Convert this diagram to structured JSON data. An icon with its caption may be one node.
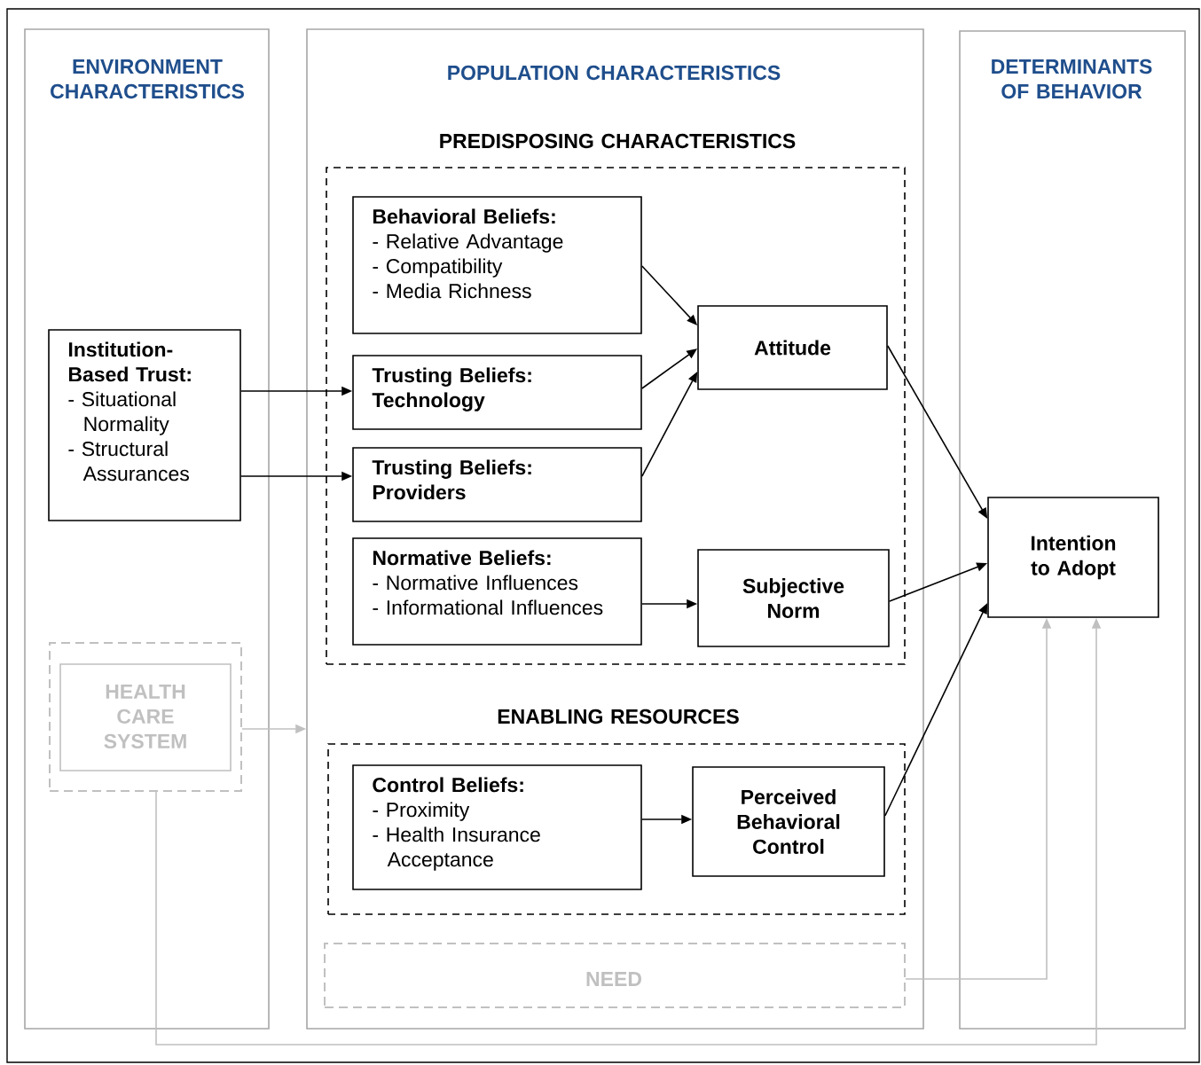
{
  "diagram": {
    "nodes": [
      {
        "text": [
          "ENVIRONMENT CHARACTERISTICS"
        ]
      },
      {
        "text": [
          "POPULATION CHARACTERISTICS"
        ]
      },
      {
        "text": [
          "DETERMINANTS OF BEHAVIOR"
        ]
      },
      {
        "text": [
          "PREDISPOSING CHARACTERISTICS"
        ],
        "in": 1
      },
      {
        "text": [
          "Institution-Based Trust:",
          "- Situational Normality",
          "- Structural Assurances"
        ],
        "in": 0
      },
      {
        "text": [
          "Behavioral Beliefs:",
          "- Relative Advantage",
          "- Compatibility",
          "- Media Richness"
        ],
        "in": 3
      },
      {
        "text": [
          "Trusting Beliefs: Technology"
        ],
        "in": 3
      },
      {
        "text": [
          "Trusting Beliefs: Providers"
        ],
        "in": 3
      },
      {
        "text": [
          "Normative Beliefs:",
          "- Normative Influences",
          "- Informational Influences"
        ],
        "in": 3
      },
      {
        "text": [
          "Attitude"
        ],
        "in": 3
      },
      {
        "text": [
          "Subjective Norm"
        ],
        "in": 3
      },
      {
        "text": [
          "ENABLING RESOURCES"
        ],
        "in": 1
      },
      {
        "text": [
          "Control Beliefs:",
          "- Proximity",
          "- Health Insurance Acceptance"
        ],
        "in": 11
      },
      {
        "text": [
          "Perceived Behavioral Control"
        ],
        "in": 11
      },
      {
        "text": [
          "HEALTH CARE SYSTEM"
        ],
        "in": 0
      },
      {
        "text": [
          "NEED"
        ],
        "in": 1
      },
      {
        "text": [
          "Intention to Adopt"
        ],
        "in": 2
      }
    ],
    "edges": [
      {
        "from": 4,
        "to": 6,
        "arrow": "to"
      },
      {
        "from": 4,
        "to": 7,
        "arrow": "to"
      },
      {
        "from": 5,
        "to": 9,
        "arrow": "to"
      },
      {
        "from": 6,
        "to": 9,
        "arrow": "to"
      },
      {
        "from": 7,
        "to": 9,
        "arrow": "to"
      },
      {
        "from": 8,
        "to": 10,
        "arrow": "to"
      },
      {
        "from": 12,
        "to": 13,
        "arrow": "to"
      },
      {
        "from": 9,
        "to": 16,
        "arrow": "to"
      },
      {
        "from": 10,
        "to": 16,
        "arrow": "to"
      },
      {
        "from": 13,
        "to": 16,
        "arrow": "to"
      },
      {
        "from": 14,
        "to": 1,
        "arrow": "to",
        "color": "#c0c0c0"
      },
      {
        "from": 15,
        "to": 16,
        "arrow": "to",
        "color": "#c0c0c0"
      },
      {
        "from": 14,
        "to": 16,
        "arrow": "to",
        "color": "#c0c0c0"
      }
    ]
  }
}
